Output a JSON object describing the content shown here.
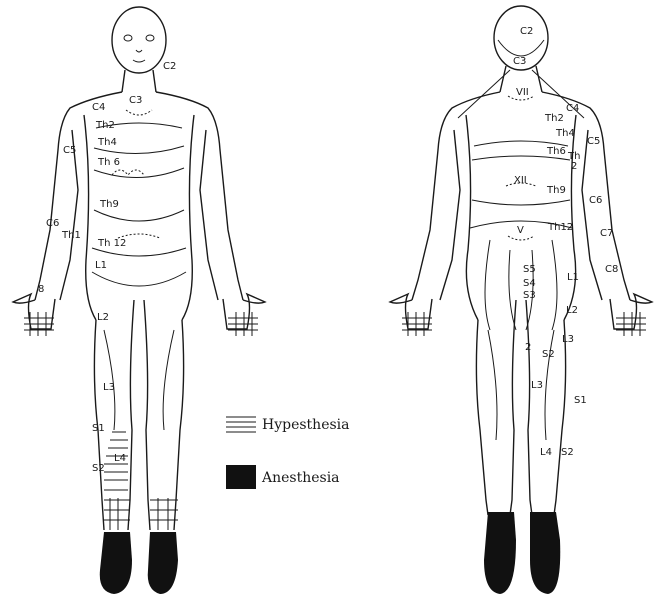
{
  "legend": {
    "hypesthesia_label": "Hypesthesia",
    "anesthesia_label": "Anesthesia"
  },
  "front_labels": {
    "c2": "C2",
    "c3": "C3",
    "c4": "C4",
    "c5": "C5",
    "c6": "C6",
    "th2": "Th2",
    "th4": "Th4",
    "th6": "Th 6",
    "th9": "Th9",
    "th1": "Th1",
    "th12": "Th 12",
    "l1": "L1",
    "l2": "L2",
    "l3": "L3",
    "s1": "S1",
    "s2": "S2",
    "l4": "L4",
    "c8": "8"
  },
  "back_labels": {
    "c2": "C2",
    "c3": "C3",
    "c4": "C4",
    "c5": "C5",
    "c6": "C6",
    "vii": "VII",
    "th2": "Th2",
    "th4": "Th4",
    "th6": "Th6",
    "th1": "Th",
    "th1b": "2",
    "xii": "XII",
    "th9": "Th9",
    "v": "V",
    "th12": "Th12",
    "s5": "S5",
    "s4": "S4",
    "s3": "S3",
    "l1": "L1",
    "l2": "L2",
    "l3": "L3",
    "s2": "S2",
    "l3b": "L3",
    "s2b": "2",
    "s1": "S1",
    "l4": "L4",
    "s2c": "S2",
    "c7": "C7",
    "c8": "C8"
  },
  "colors": {
    "ink": "#1a1a1a",
    "fill": "#111111",
    "paper": "#ffffff"
  }
}
